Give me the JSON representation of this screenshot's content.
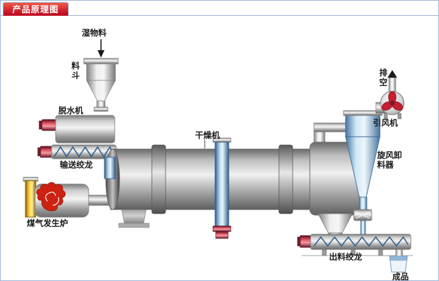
{
  "header": {
    "title": "产品原理图"
  },
  "labels": {
    "wet_material": "湿物料",
    "hopper": "料斗",
    "dewatering_machine": "脱水机",
    "feed_auger": "输送绞龙",
    "gas_furnace": "煤气发生炉",
    "dryer": "干燥机",
    "vent": "排空",
    "draft_fan": "引风机",
    "cyclone": "旋风卸料器",
    "discharge_auger": "出料绞龙",
    "product": "成品"
  },
  "colors": {
    "header_bg": "#c00d22",
    "header_text": "#ffffff",
    "frame_border": "#9fb6d9",
    "label_text": "#1a1a1a",
    "screw_blue": "#2e5f8f",
    "flame_red": "#cc2211",
    "fan_red": "#c4202f",
    "machine_blue": "#4f81b3"
  }
}
